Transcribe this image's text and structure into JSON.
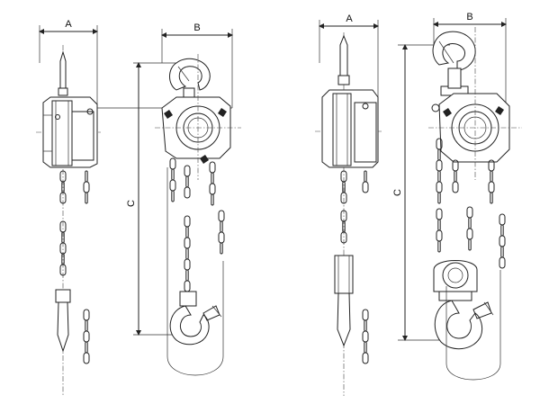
{
  "labels": {
    "left_width": "A",
    "left_front_width": "B",
    "left_height": "C",
    "right_width": "A",
    "right_front_width": "B",
    "right_height": "C"
  },
  "colors": {
    "line": "#222222",
    "background": "#ffffff"
  }
}
